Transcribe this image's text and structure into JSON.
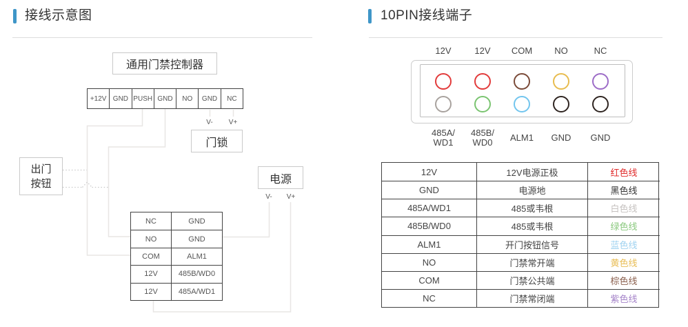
{
  "accent_color": "#3f96c8",
  "left_panel": {
    "title": "接线示意图",
    "controller_label": "通用门禁控制器",
    "terminals": [
      "+12V",
      "GND",
      "PUSH",
      "GND",
      "NO",
      "GND",
      "NC"
    ],
    "door_lock": {
      "label": "门锁",
      "v_minus": "V-",
      "v_plus": "V+"
    },
    "power": {
      "label": "电源",
      "v_minus": "V-",
      "v_plus": "V+"
    },
    "exit_button_label": "出门\n按钮",
    "reader_table": {
      "rows": [
        {
          "left": "NC",
          "right": "GND"
        },
        {
          "left": "NO",
          "right": "GND"
        },
        {
          "left": "COM",
          "right": "ALM1"
        },
        {
          "left": "12V",
          "right": "485B/WD0"
        },
        {
          "left": "12V",
          "right": "485A/WD1"
        }
      ]
    }
  },
  "right_panel": {
    "title": "10PIN接线端子",
    "connector": {
      "top_labels": [
        "12V",
        "12V",
        "COM",
        "NO",
        "NC"
      ],
      "bottom_labels": [
        "485A/\nWD1",
        "485B/\nWD0",
        "ALM1",
        "GND",
        "GND"
      ],
      "top_pin_colors": [
        "#e23a3a",
        "#e23a3a",
        "#7a4a38",
        "#e8bc4e",
        "#9c6bc7"
      ],
      "bottom_pin_colors": [
        "#a8a29e",
        "#7ac470",
        "#72c5ee",
        "#2e2420",
        "#2e2420"
      ]
    },
    "table": {
      "rows": [
        {
          "pin": "12V",
          "desc": "12V电源正极",
          "wire": "红色线",
          "color": "#e02b2b"
        },
        {
          "pin": "GND",
          "desc": "电源地",
          "wire": "黑色线",
          "color": "#333333"
        },
        {
          "pin": "485A/WD1",
          "desc": "485或韦根",
          "wire": "白色线",
          "color": "#c6c2c0"
        },
        {
          "pin": "485B/WD0",
          "desc": "485或韦根",
          "wire": "绿色线",
          "color": "#8bc97f"
        },
        {
          "pin": "ALM1",
          "desc": "开门按钮信号",
          "wire": "蓝色线",
          "color": "#9fd2f0"
        },
        {
          "pin": "NO",
          "desc": "门禁常开端",
          "wire": "黄色线",
          "color": "#e8bd55"
        },
        {
          "pin": "COM",
          "desc": "门禁公共端",
          "wire": "棕色线",
          "color": "#8a5f4d"
        },
        {
          "pin": "NC",
          "desc": "门禁常闭端",
          "wire": "紫色线",
          "color": "#a584c9"
        }
      ]
    }
  }
}
